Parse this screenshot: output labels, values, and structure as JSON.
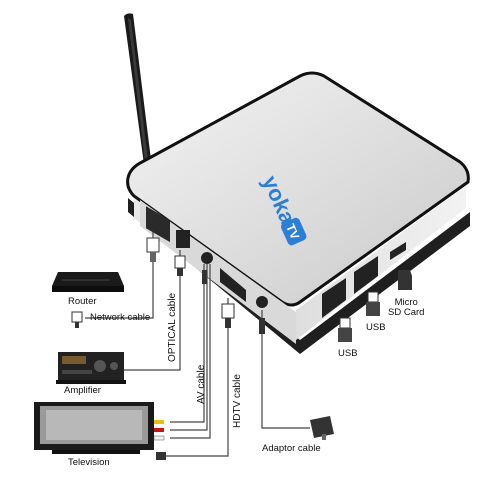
{
  "brand": {
    "logo_text": "yoka",
    "logo_mark": "TV",
    "logo_color": "#2b7fd6"
  },
  "labels": {
    "router": "Router",
    "network_cable": "Network cable",
    "amplifier": "Amplifier",
    "television": "Television",
    "optical_cable": "OPTICAL cable",
    "av_cable": "AV cable",
    "hdtv_cable": "HDTV cable",
    "adaptor_cable": "Adaptor cable",
    "usb_front": "USB",
    "usb_side": "USB",
    "micro_sd_line1": "Micro",
    "micro_sd_line2": "SD Card"
  },
  "icons": [
    "antenna-icon",
    "router-icon",
    "amplifier-icon",
    "television-icon",
    "usb-drive-icon",
    "micro-sd-card-icon",
    "power-adaptor-icon",
    "ethernet-plug-icon"
  ]
}
